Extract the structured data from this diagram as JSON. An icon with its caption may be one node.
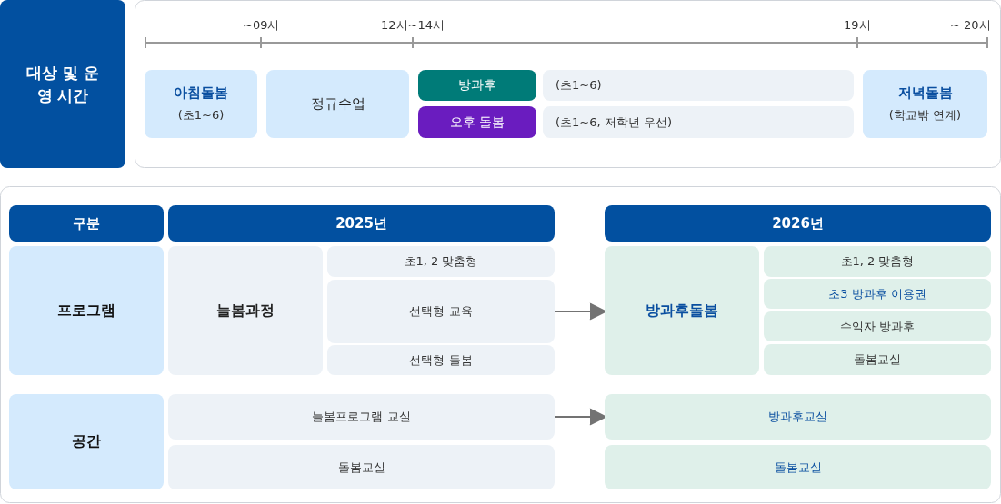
{
  "diagram": {
    "nodes": [
      {
        "text": [
          "대상 및 운영 시간"
        ]
      },
      {
        "text": [
          "아침돌봄",
          "(초1~6)"
        ]
      },
      {
        "text": [
          "정규수업"
        ]
      },
      {
        "text": [
          "방과후"
        ]
      },
      {
        "text": [
          "(초1~6)"
        ]
      },
      {
        "text": [
          "오후 돌봄"
        ]
      },
      {
        "text": [
          "(초1~6, 저학년 우선)"
        ]
      },
      {
        "text": [
          "저녁돌봄",
          "(학교밖 연계)"
        ]
      },
      {
        "text": [
          "구분"
        ]
      },
      {
        "text": [
          "2025년"
        ]
      },
      {
        "text": [
          "2026년"
        ]
      },
      {
        "text": [
          "프로그램"
        ]
      },
      {
        "text": [
          "늘봄과정"
        ]
      },
      {
        "text": [
          "초1, 2 맞춤형"
        ]
      },
      {
        "text": [
          "선택형 교육"
        ]
      },
      {
        "text": [
          "선택형 돌봄"
        ]
      },
      {
        "text": [
          "방과후돌봄"
        ]
      },
      {
        "text": [
          "초1, 2 맞춤형"
        ]
      },
      {
        "text": [
          "초3 방과후 이용권"
        ]
      },
      {
        "text": [
          "수익자 방과후"
        ]
      },
      {
        "text": [
          "돌봄교실"
        ]
      },
      {
        "text": [
          "공간"
        ]
      },
      {
        "text": [
          "늘봄프로그램 교실"
        ]
      },
      {
        "text": [
          "돌봄교실"
        ]
      },
      {
        "text": [
          "방과후교실"
        ]
      },
      {
        "text": [
          "돌봄교실"
        ]
      }
    ],
    "edges": [
      {
        "from": 14,
        "to": 16,
        "arrow": "to"
      },
      {
        "from": 22,
        "to": 24,
        "arrow": "to"
      }
    ],
    "labels": [
      "~09시",
      "12시~14시",
      "19시",
      "~ 20시"
    ]
  }
}
